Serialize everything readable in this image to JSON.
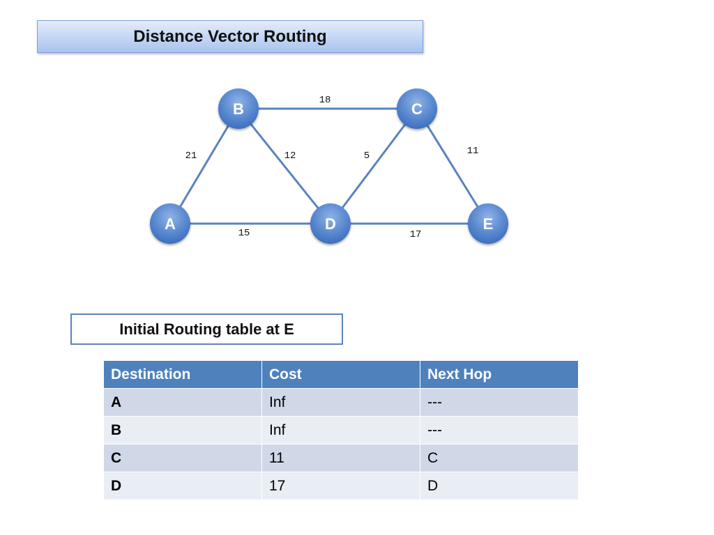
{
  "title": "Distance Vector Routing",
  "graph": {
    "nodes": [
      {
        "id": "B",
        "label": "B"
      },
      {
        "id": "C",
        "label": "C"
      },
      {
        "id": "A",
        "label": "A"
      },
      {
        "id": "D",
        "label": "D"
      },
      {
        "id": "E",
        "label": "E"
      }
    ],
    "edges": [
      {
        "from": "B",
        "to": "C",
        "weight": "18"
      },
      {
        "from": "A",
        "to": "B",
        "weight": "21"
      },
      {
        "from": "B",
        "to": "D",
        "weight": "12"
      },
      {
        "from": "D",
        "to": "C",
        "weight": "5"
      },
      {
        "from": "C",
        "to": "E",
        "weight": "11"
      },
      {
        "from": "A",
        "to": "D",
        "weight": "15"
      },
      {
        "from": "D",
        "to": "E",
        "weight": "17"
      }
    ],
    "node_color": "#4f81bd",
    "edge_color": "#5b82be"
  },
  "table_title": "Initial Routing table at E",
  "table": {
    "headers": [
      "Destination",
      "Cost",
      "Next Hop"
    ],
    "rows": [
      [
        "A",
        "Inf",
        "---"
      ],
      [
        "B",
        "Inf",
        "---"
      ],
      [
        "C",
        "11",
        "C"
      ],
      [
        "D",
        "17",
        "D"
      ]
    ]
  }
}
